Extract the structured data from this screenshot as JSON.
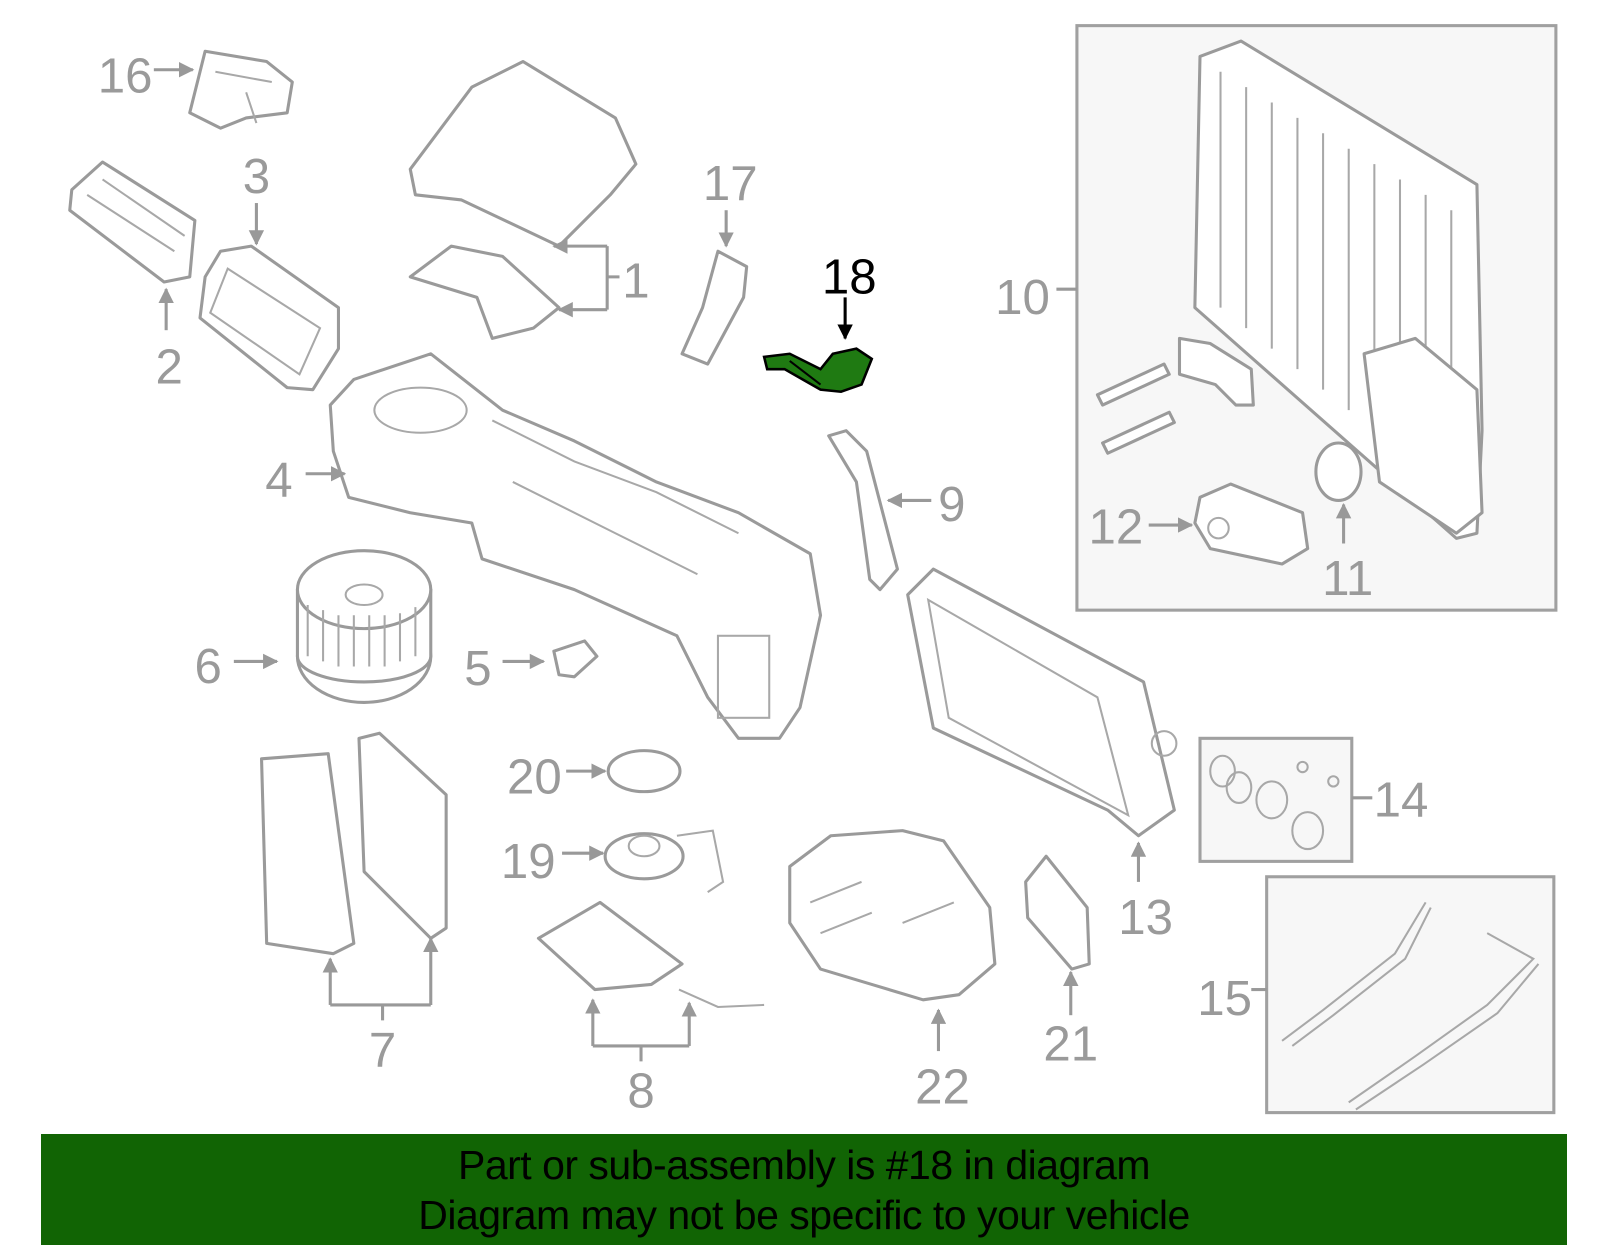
{
  "diagram": {
    "highlighted_part": "18",
    "highlight_color": "#1f7a12",
    "labels": [
      "1",
      "2",
      "3",
      "4",
      "5",
      "6",
      "7",
      "8",
      "9",
      "10",
      "11",
      "12",
      "13",
      "14",
      "15",
      "16",
      "17",
      "18",
      "19",
      "20",
      "21",
      "22"
    ]
  },
  "banner": {
    "line1": "Part or sub-assembly is #18 in diagram",
    "line2": "Diagram may not be specific to your vehicle",
    "background": "#116404"
  }
}
